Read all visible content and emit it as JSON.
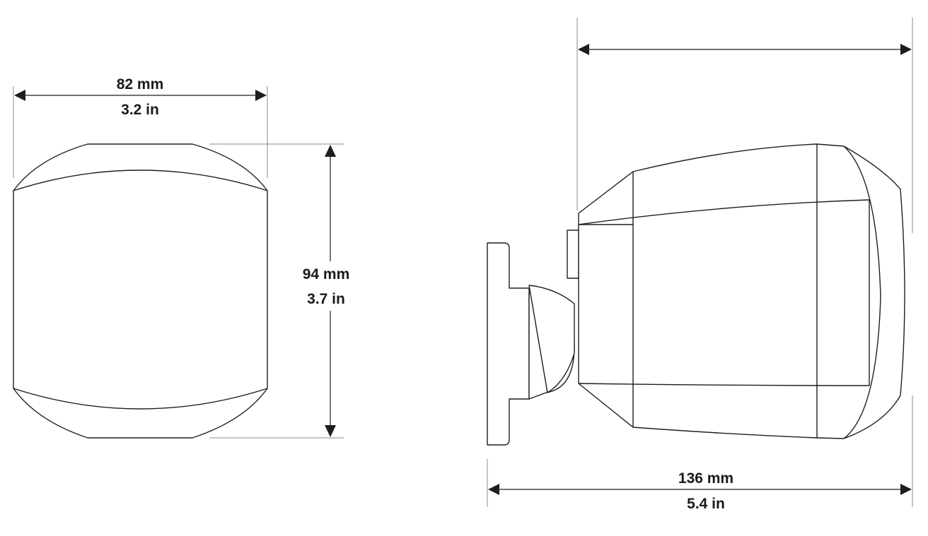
{
  "front_view": {
    "width_mm": "82 mm",
    "width_in": "3.2 in",
    "height_mm": "94 mm",
    "height_in": "3.7 in"
  },
  "side_view": {
    "depth_mm": "136 mm",
    "depth_in": "5.4 in"
  },
  "colors": {
    "line": "#1e1e1e",
    "extension_line": "#8a8a8a",
    "background": "#ffffff"
  }
}
